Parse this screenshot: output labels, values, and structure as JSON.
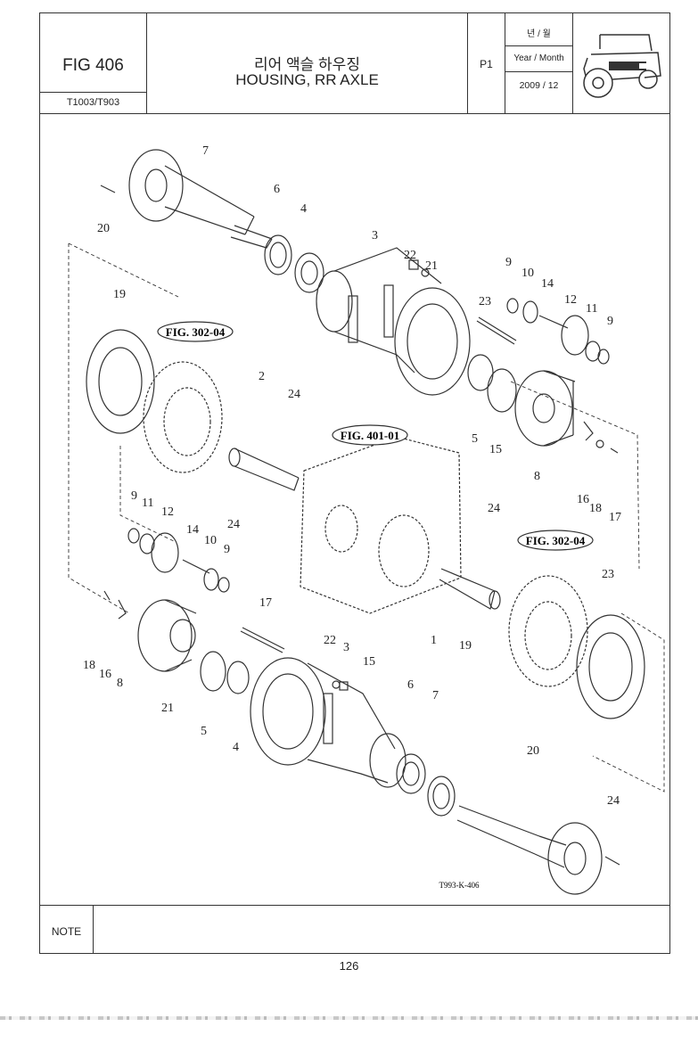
{
  "header": {
    "fig": "FIG 406",
    "models": "T1003/T903",
    "title_ko": "리어 액슬 하우징",
    "title_en": "HOUSING, RR AXLE",
    "page": "P1",
    "date_ko": "년 / 월",
    "date_en": "Year / Month",
    "date_value": "2009 / 12",
    "tractor_icon": "tractor-icon"
  },
  "diagram": {
    "refs": [
      "FIG. 302-04",
      "FIG. 401-01",
      "FIG. 302-04"
    ],
    "drawing_code": "T993-K-406",
    "callouts": [
      "7",
      "6",
      "4",
      "3",
      "22",
      "21",
      "20",
      "19",
      "23",
      "9",
      "10",
      "14",
      "12",
      "11",
      "9",
      "2",
      "24",
      "5",
      "15",
      "8",
      "16",
      "18",
      "17",
      "9",
      "11",
      "12",
      "14",
      "10",
      "9",
      "24",
      "24",
      "1",
      "19",
      "23",
      "17",
      "18",
      "16",
      "8",
      "21",
      "22",
      "3",
      "15",
      "5",
      "4",
      "6",
      "7",
      "20",
      "24"
    ]
  },
  "note_label": "NOTE",
  "page_number": "126"
}
